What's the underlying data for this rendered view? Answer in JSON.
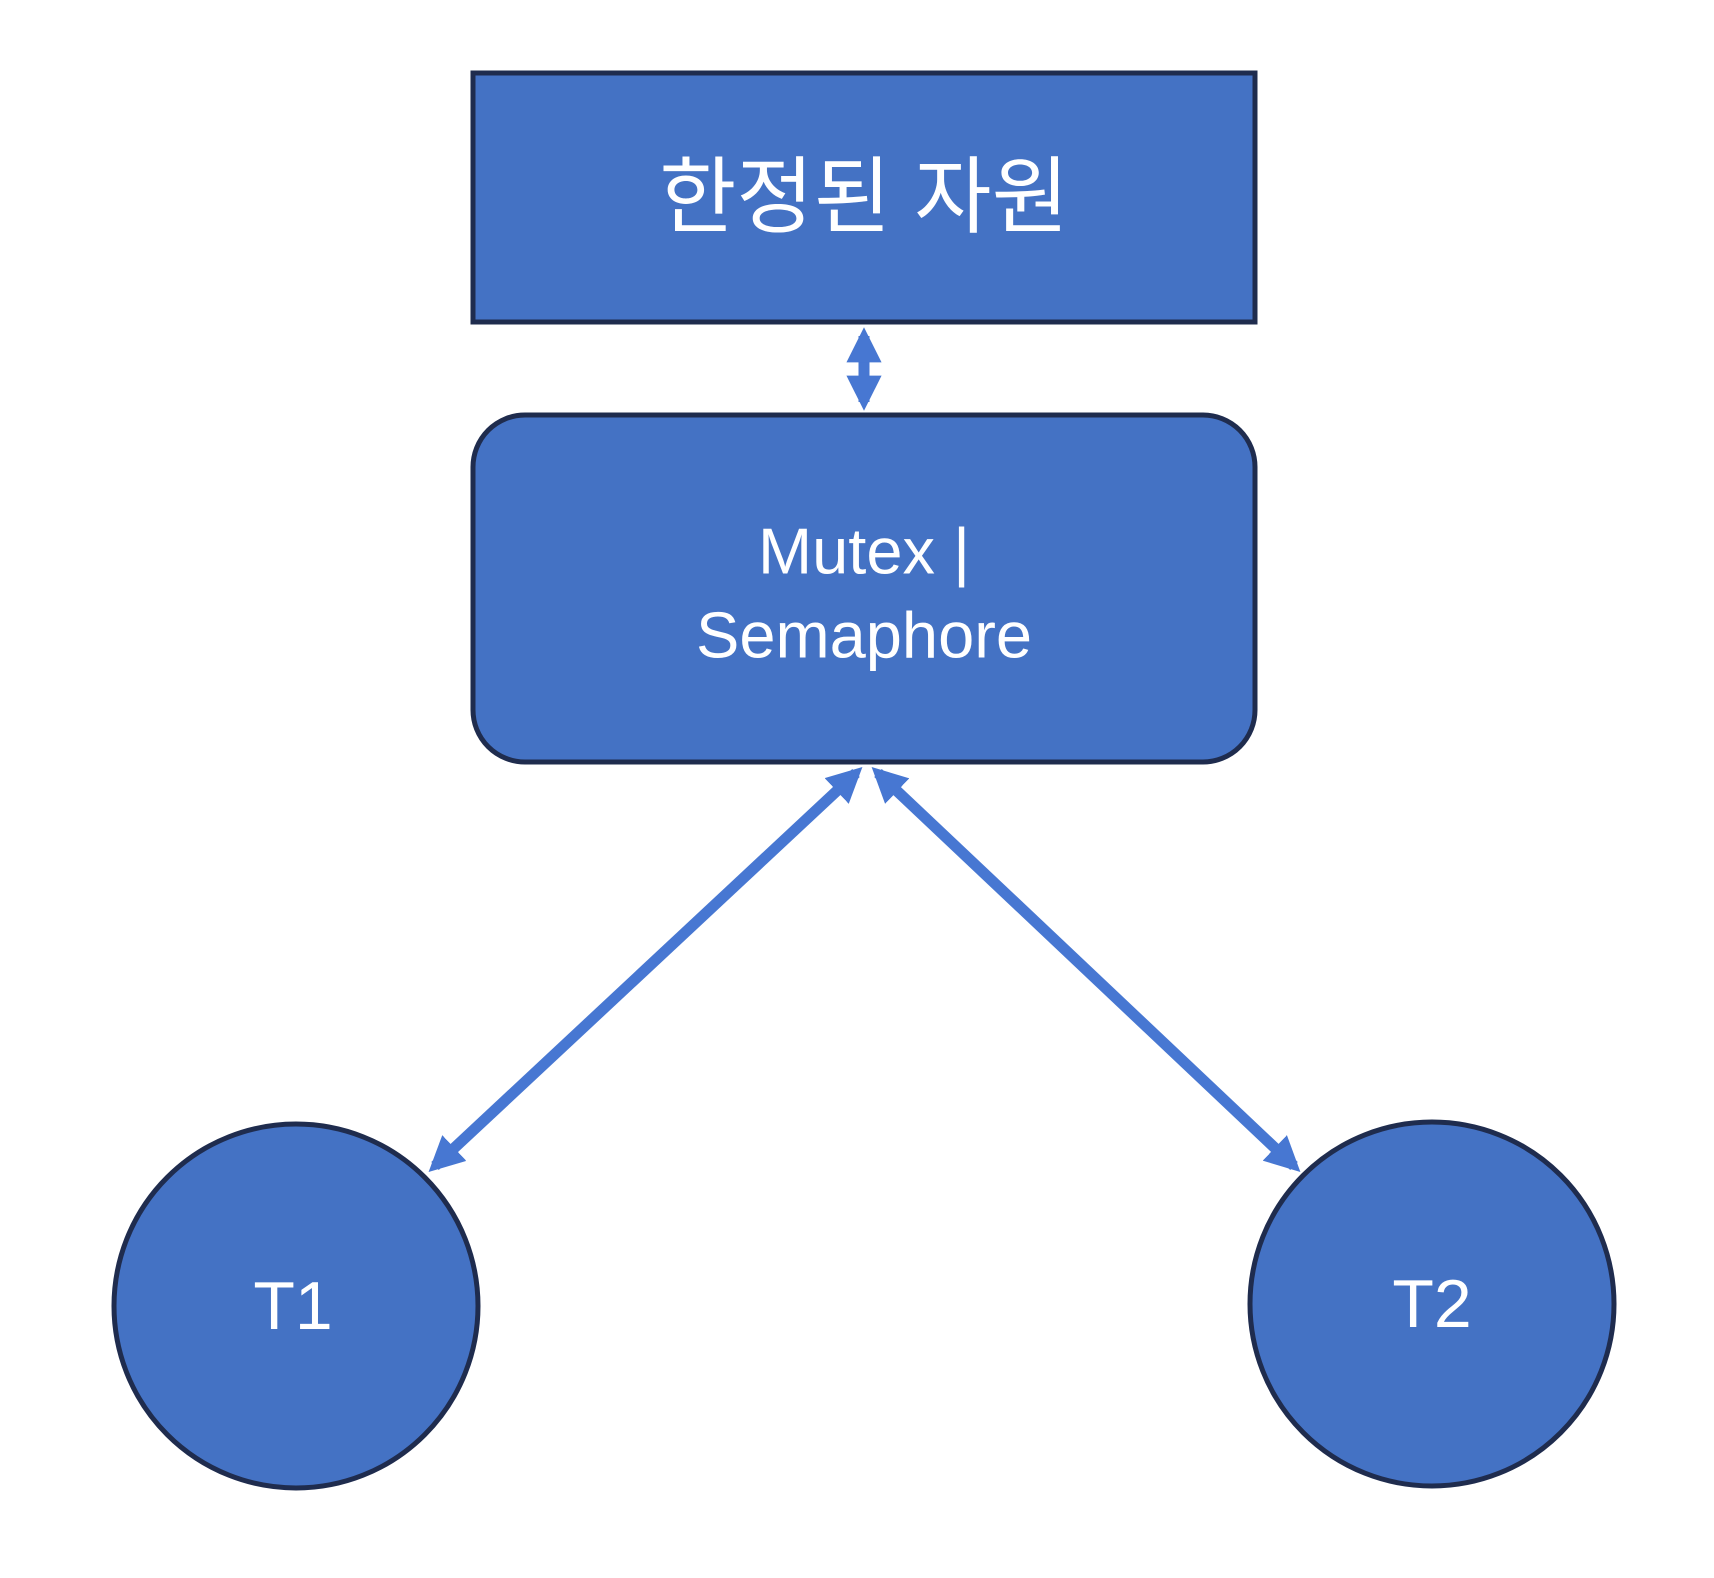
{
  "diagram": {
    "background": "#ffffff",
    "nodes": {
      "resource": {
        "label": "한정된 자원",
        "shape": "rectangle"
      },
      "sync": {
        "label": "Mutex | Semaphore",
        "label_line1": "Mutex |",
        "label_line2": "Semaphore",
        "shape": "rounded-rectangle"
      },
      "thread1": {
        "label": "T1",
        "shape": "circle"
      },
      "thread2": {
        "label": "T2",
        "shape": "circle"
      }
    },
    "edges": [
      {
        "from": "resource",
        "to": "sync",
        "style": "bidirectional-arrow"
      },
      {
        "from": "sync",
        "to": "thread1",
        "style": "bidirectional-arrow"
      },
      {
        "from": "sync",
        "to": "thread2",
        "style": "bidirectional-arrow"
      }
    ],
    "colors": {
      "node_fill": "#4472C4",
      "node_border": "#1F2C4E",
      "arrow": "#4777D2",
      "text": "#FFFFFF"
    }
  }
}
